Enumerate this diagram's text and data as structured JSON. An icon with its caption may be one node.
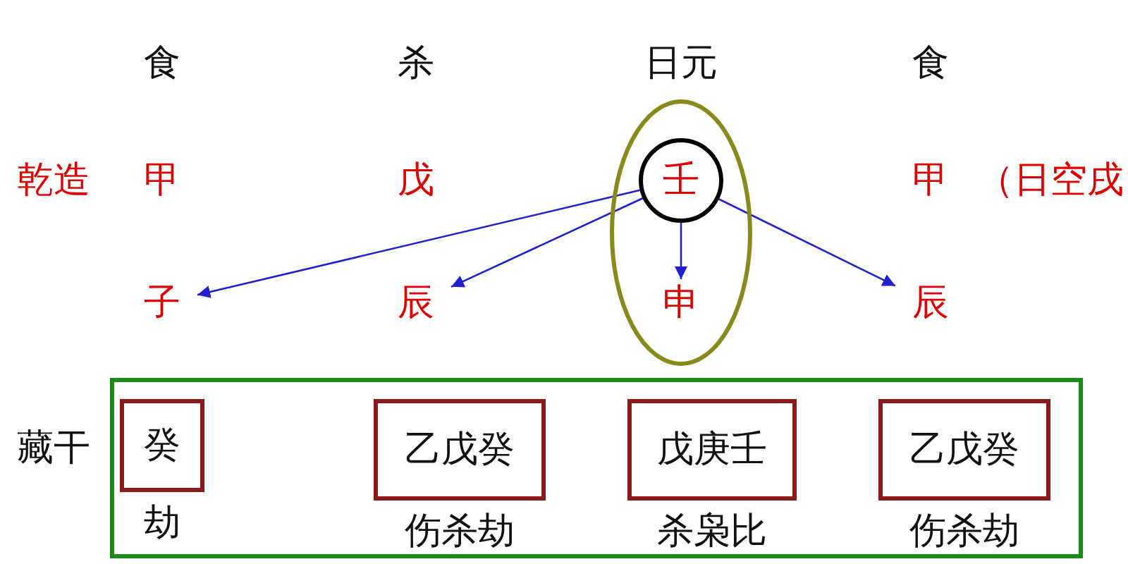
{
  "diagram": {
    "nodes": [
      {
        "text": [],
        "shape": "ellipse"
      },
      {
        "text": [
          "壬"
        ],
        "in": 0
      },
      {
        "text": [
          "子"
        ]
      },
      {
        "text": [
          "辰"
        ]
      },
      {
        "text": [
          "申"
        ],
        "in": 0
      },
      {
        "text": [
          "辰"
        ]
      },
      {
        "text": [],
        "shape": "box"
      },
      {
        "text": [
          "癸"
        ],
        "in": 6,
        "beside": [
          "劫"
        ]
      },
      {
        "text": [
          "乙戊癸"
        ],
        "in": 6,
        "beside": [
          "伤杀劫"
        ]
      },
      {
        "text": [
          "戊庚壬"
        ],
        "in": 6,
        "beside": [
          "杀枭比"
        ]
      },
      {
        "text": [
          "乙戊癸"
        ],
        "in": 6,
        "beside": [
          "伤杀劫"
        ]
      }
    ],
    "edges": [
      {
        "from": 1,
        "to": 2,
        "arrow": "to"
      },
      {
        "from": 1,
        "to": 3,
        "arrow": "to"
      },
      {
        "from": 1,
        "to": 4,
        "arrow": "to"
      },
      {
        "from": 1,
        "to": 5,
        "arrow": "to"
      }
    ],
    "labels": [
      "食",
      "杀",
      "日元",
      "食",
      "乾造",
      "甲",
      "戊",
      "甲",
      "（日空戌",
      "藏干"
    ]
  }
}
